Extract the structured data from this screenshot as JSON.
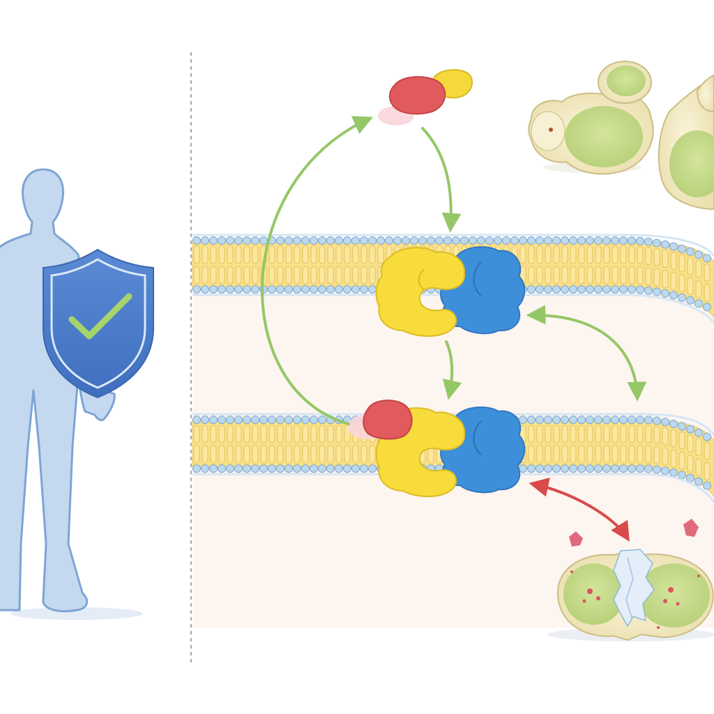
{
  "diagram": {
    "has_text": false,
    "colors": {
      "background": "#ffffff",
      "cytoplasm": "#fdf1ea",
      "human_fill": "#c4d8ef",
      "human_stroke": "#7ea4d3",
      "shield_fill": "#4f7fcb",
      "shield_rim": "#cfe0f5",
      "check": "#9fcf6a",
      "lipid_tail": "#f8e08a",
      "lipid_head": "#bcd8ee",
      "head_stroke": "#7fa8d0",
      "protein_yellow": "#f7dc3c",
      "protein_blue": "#3e8fd9",
      "drug_red": "#e05a5e",
      "drug_yellow": "#f5d83b",
      "arrow_green": "#94c766",
      "arrow_red": "#d94a4a",
      "yeast_wall": "#f5ecc9",
      "yeast_inner": "#c7dc8a",
      "divider": "#8a8a8a"
    },
    "icons": [
      "human-silhouette",
      "shield-icon",
      "checkmark-icon",
      "fungal-cells",
      "target-protein-complex",
      "drug-molecule",
      "lysed-cell"
    ]
  }
}
